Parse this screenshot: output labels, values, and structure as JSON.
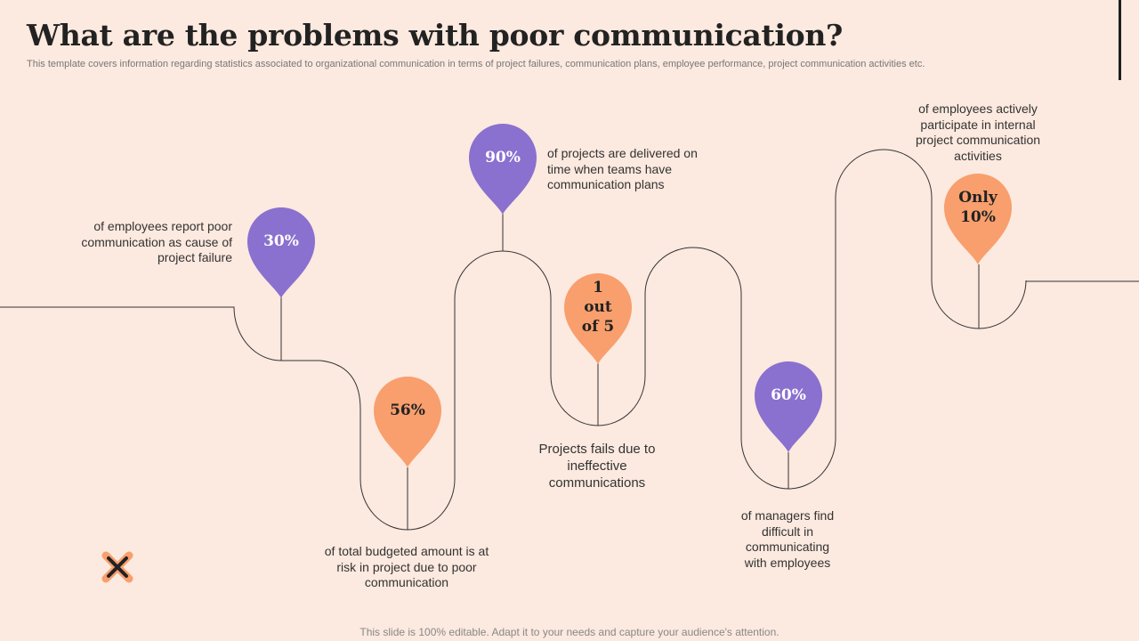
{
  "header": {
    "title": "What are the problems with poor communication?",
    "subtitle": "This template covers information regarding statistics associated to organizational communication in terms of project failures, communication plans, employee performance, project communication activities etc."
  },
  "colors": {
    "background": "#fce9df",
    "purple": "#8a70cf",
    "orange": "#f89f6d",
    "line": "#333333"
  },
  "stats": [
    {
      "value": "30%",
      "color": "purple",
      "description": "of employees report poor communication as cause of project failure"
    },
    {
      "value": "56%",
      "color": "orange",
      "description": "of total budgeted amount is at risk in project due to poor communication"
    },
    {
      "value": "90%",
      "color": "purple",
      "description": "of projects are delivered on time when teams have communication plans"
    },
    {
      "value": "1 out of 5",
      "color": "orange",
      "description": "Projects fails due to ineffective communications"
    },
    {
      "value": "60%",
      "color": "purple",
      "description": "of managers find difficult in communicating with employees"
    },
    {
      "value": "Only 10%",
      "color": "orange",
      "description": "of employees actively participate in internal project communication activities"
    }
  ],
  "footer": {
    "text": "This slide is 100% editable. Adapt it to your needs and capture your audience's attention."
  }
}
